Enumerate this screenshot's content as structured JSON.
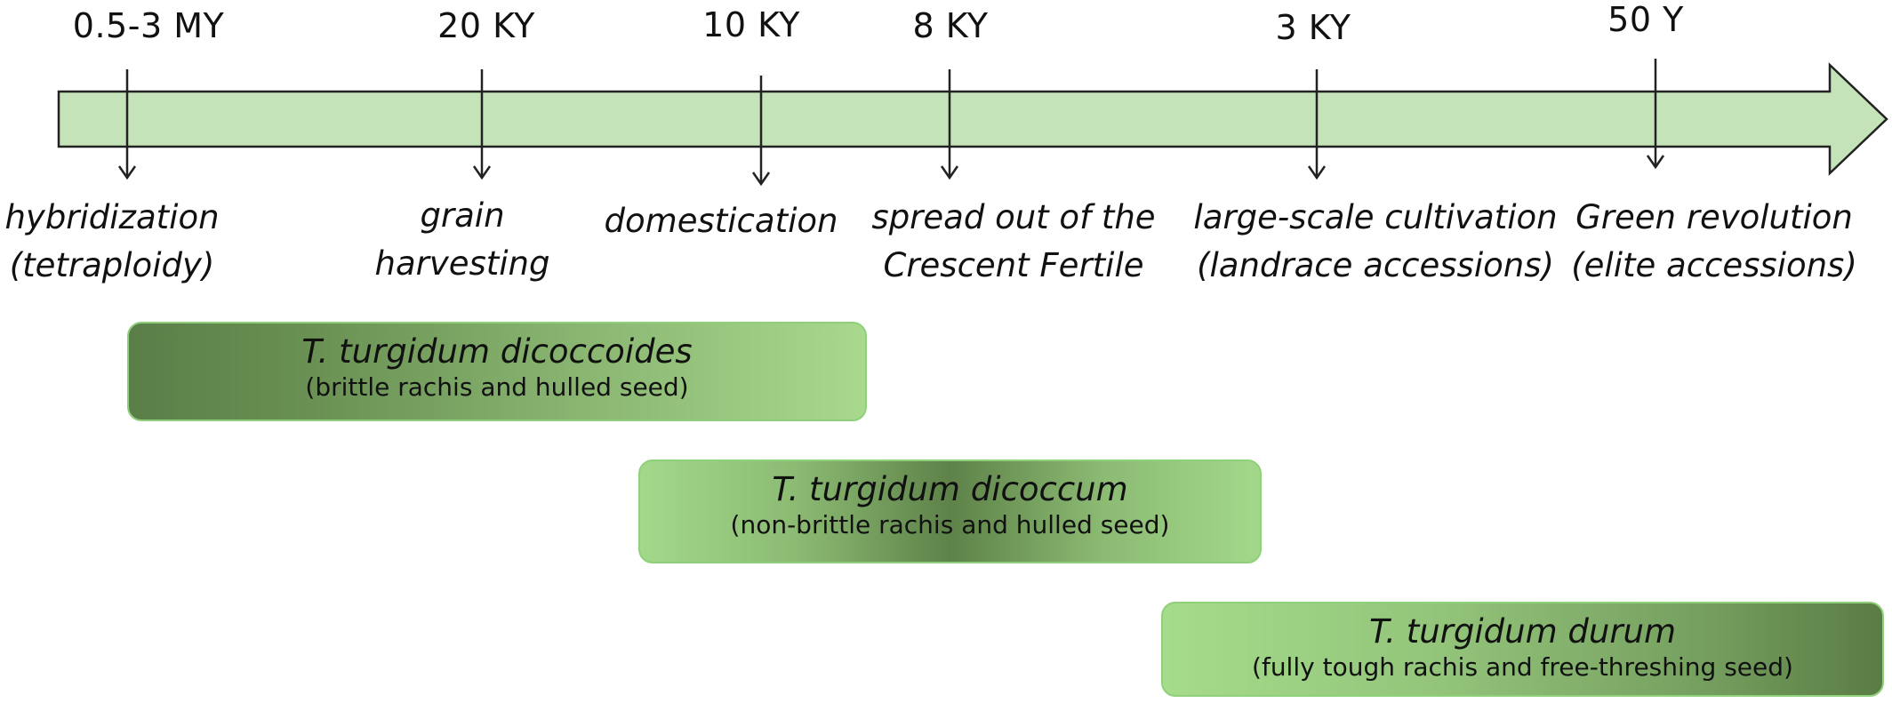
{
  "timeline": {
    "points": [
      {
        "time": "0.5-3 MY",
        "event_line1": "hybridization",
        "event_line2": "(tetraploidy)"
      },
      {
        "time": "20 KY",
        "event_line1": "grain",
        "event_line2": "harvesting"
      },
      {
        "time": "10 KY",
        "event_line1": "domestication",
        "event_line2": ""
      },
      {
        "time": "8 KY",
        "event_line1": "spread out of the",
        "event_line2": "Crescent Fertile"
      },
      {
        "time": "3 KY",
        "event_line1": "large-scale cultivation",
        "event_line2": "(landrace accessions)"
      },
      {
        "time": "50 Y",
        "event_line1": "Green revolution",
        "event_line2": "(elite accessions)"
      }
    ]
  },
  "species": [
    {
      "name": "T. turgidum dicoccoides",
      "desc": "(brittle rachis and hulled seed)"
    },
    {
      "name": "T. turgidum dicoccum",
      "desc": "(non-brittle rachis and hulled seed)"
    },
    {
      "name": "T. turgidum durum",
      "desc": "(fully tough rachis and free-threshing seed)"
    }
  ],
  "colors": {
    "arrow_fill": "#c5e3b9",
    "arrow_stroke": "#222222",
    "box_border": "#8fd07a"
  }
}
